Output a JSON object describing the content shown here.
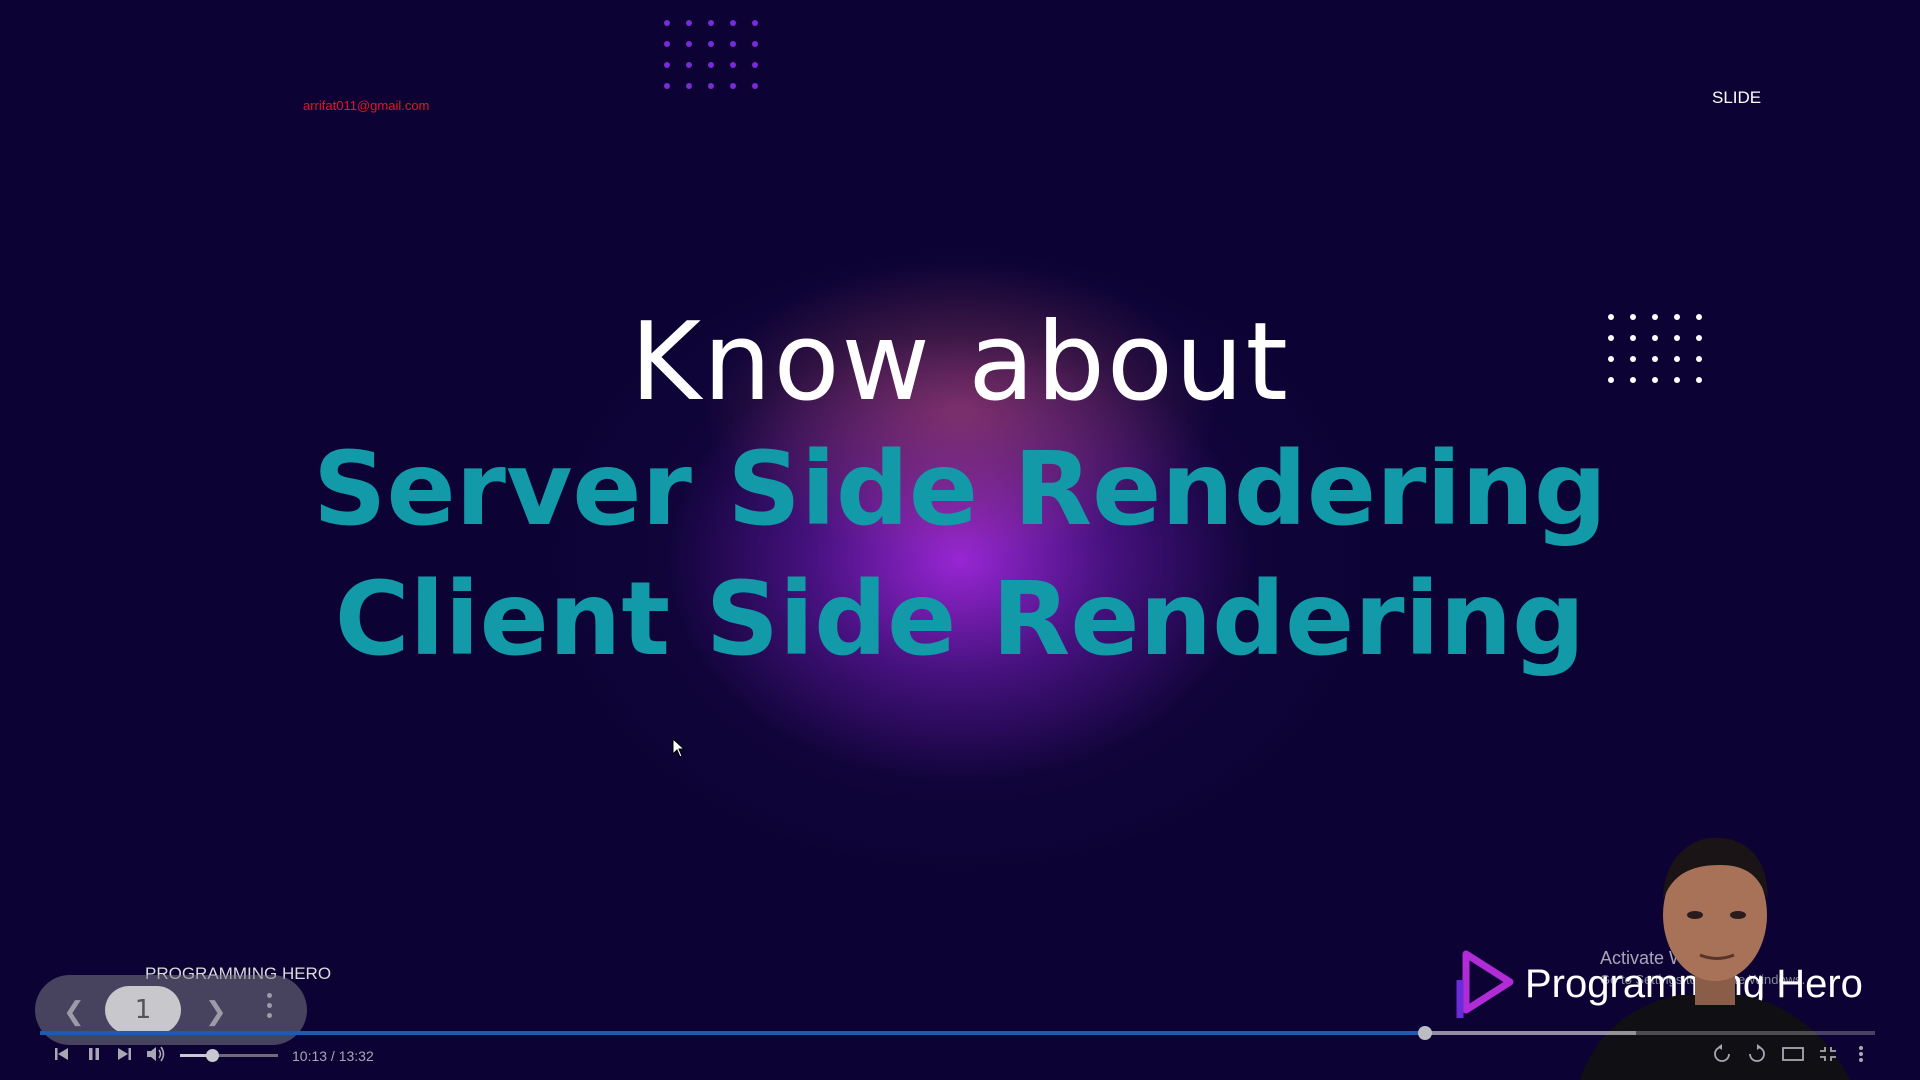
{
  "slide": {
    "email": "arrifat011@gmail.com",
    "corner_label": "SLIDE",
    "line1": "Know about",
    "line2": "Server Side Rendering",
    "line3": "Client Side Rendering",
    "accent_color": "#139aa8"
  },
  "overlay": {
    "brand_label": "PROGRAMMING HERO",
    "page_number": "1",
    "logo_text": "Programming Hero",
    "activate_title": "Activate Windows",
    "activate_sub": "Go to Settings to activate Windows."
  },
  "player": {
    "time_display": "10:13 / 13:32",
    "progress_fraction": 0.7545,
    "buffered_fraction": 0.87,
    "volume_fraction": 0.33,
    "progress_color": "#1e5bb0",
    "icons": [
      "skip-back-icon",
      "pause-icon",
      "skip-forward-icon",
      "volume-icon",
      "replay-10-icon",
      "forward-10-icon",
      "theater-mode-icon",
      "exit-fullscreen-icon",
      "more-icon"
    ]
  }
}
